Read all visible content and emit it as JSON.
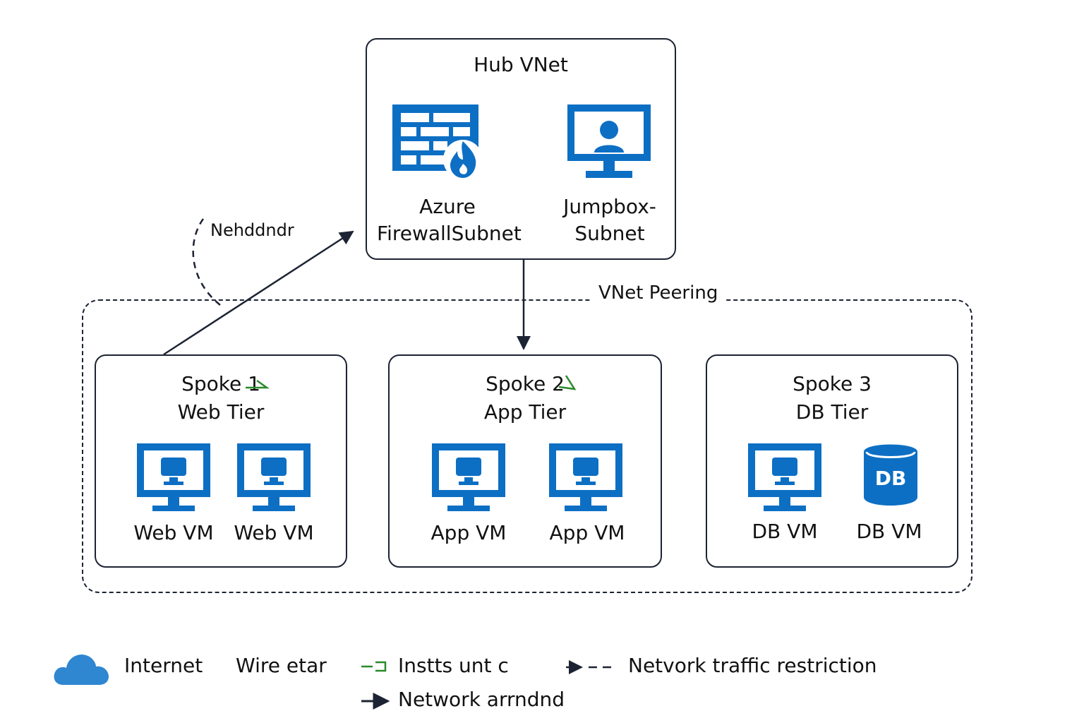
{
  "colors": {
    "azure_blue": "#0d6fc4",
    "line": "#1c2333",
    "legend_green": "#2a8a2a",
    "cloud_blue": "#2f86d1"
  },
  "hub": {
    "title": "Hub VNet",
    "items": [
      {
        "icon": "firewall-icon",
        "label": "Azure\nFirewallSubnet"
      },
      {
        "icon": "jumpbox-monitor-icon",
        "label": "Jumpbox-\nSubnet"
      }
    ]
  },
  "peering_label": "VNet Peering",
  "arrow_annotation": "Nehddndr",
  "spokes": [
    {
      "title": "Spoke 1\nWeb Tier",
      "vms": [
        "Web VM",
        "Web VM"
      ]
    },
    {
      "title": "Spoke 2\nApp Tier",
      "vms": [
        "App VM",
        "App VM"
      ]
    },
    {
      "title": "Spoke 3\nDB Tier",
      "vms": [
        "DB VM",
        "DB VM"
      ],
      "db_badge": "DB"
    }
  ],
  "legend": {
    "internet": "Internet",
    "wire": "Wire etar",
    "green_item": "Instts unt c",
    "restriction": "Netvork traffic restriction",
    "network": "Network arrndnd"
  }
}
